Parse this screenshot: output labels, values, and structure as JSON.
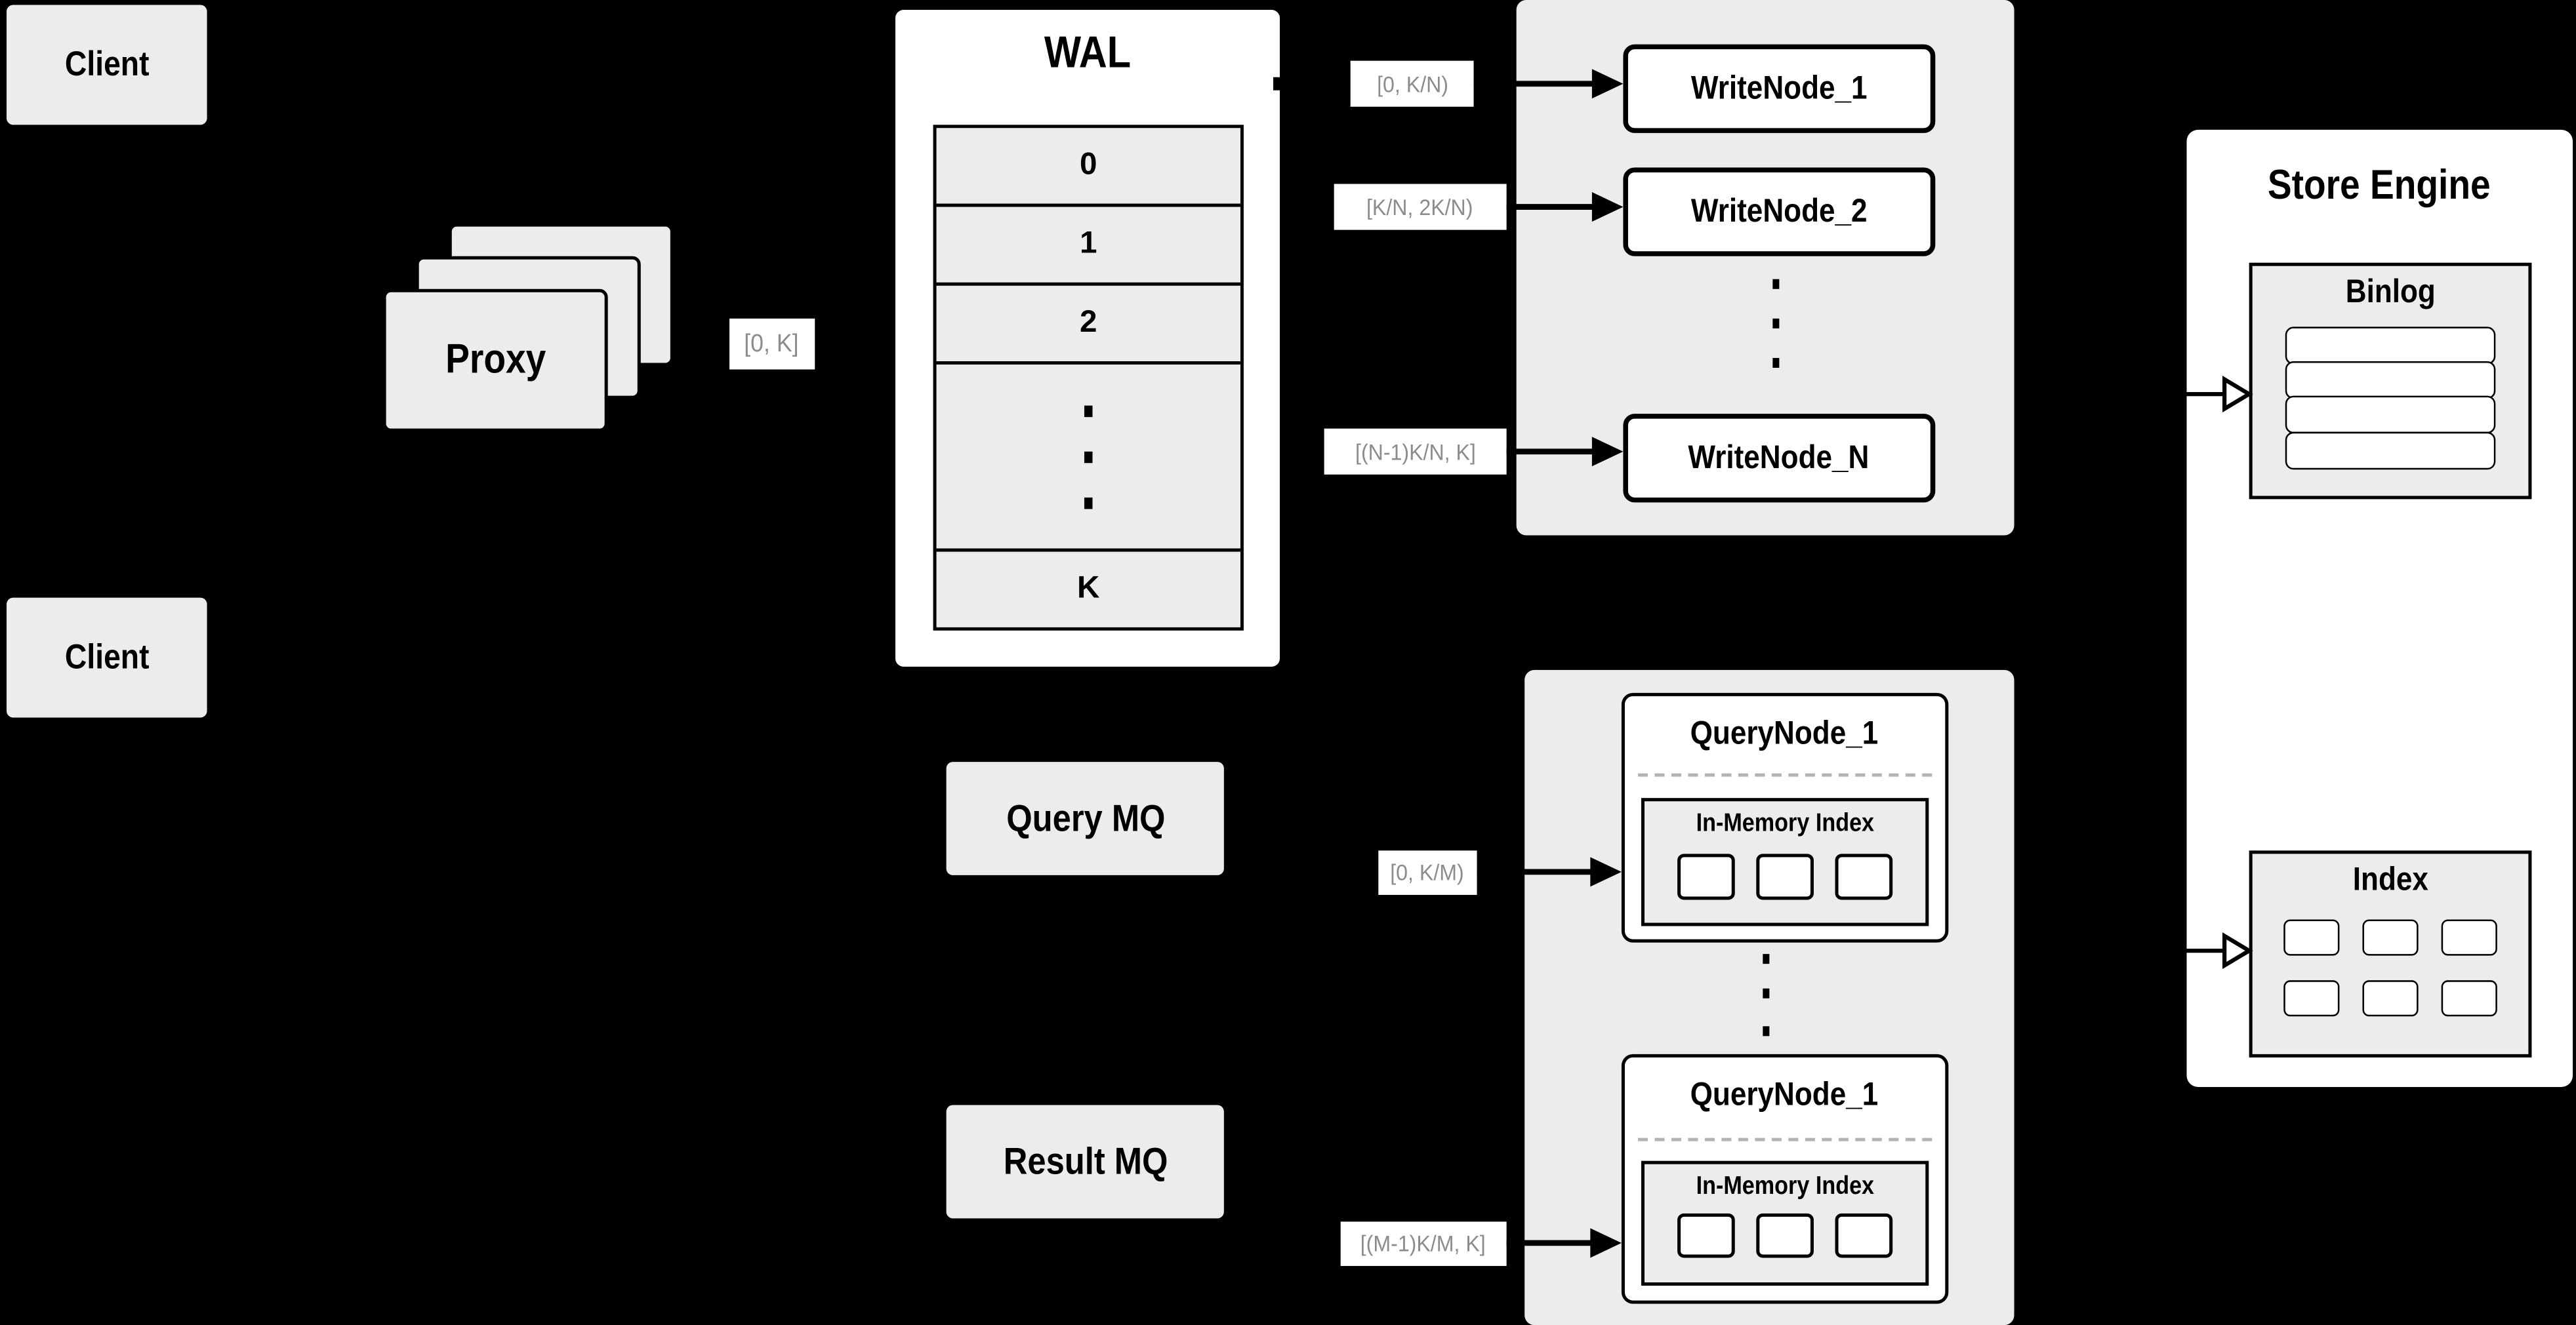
{
  "colors": {
    "background": "#000000",
    "panel_gray": "#ececec",
    "box_white": "#ffffff",
    "line_black": "#000000",
    "range_label_text": "#8c8c8c",
    "dashed_separator": "#b3b3b3"
  },
  "clients": {
    "top": "Client",
    "bottom": "Client"
  },
  "proxy": {
    "label": "Proxy"
  },
  "wal": {
    "title": "WAL",
    "rows": [
      "0",
      "1",
      "2"
    ],
    "last_row": "K"
  },
  "flow_labels": {
    "proxy_out": "[0, K]",
    "write_1": "[0, K/N)",
    "write_2": "[K/N, 2K/N)",
    "write_n": "[(N-1)K/N, K]",
    "query_1": "[0, K/M)",
    "query_m": "[(M-1)K/M, K]"
  },
  "write_nodes": {
    "node_1": "WriteNode_1",
    "node_2": "WriteNode_2",
    "node_n": "WriteNode_N"
  },
  "mq": {
    "query": "Query MQ",
    "result": "Result MQ"
  },
  "query_nodes": {
    "top": {
      "title": "QueryNode_1",
      "inner_title": "In-Memory Index"
    },
    "bottom": {
      "title": "QueryNode_1",
      "inner_title": "In-Memory Index"
    }
  },
  "store_engine": {
    "title": "Store Engine",
    "binlog_title": "Binlog",
    "index_title": "Index"
  }
}
